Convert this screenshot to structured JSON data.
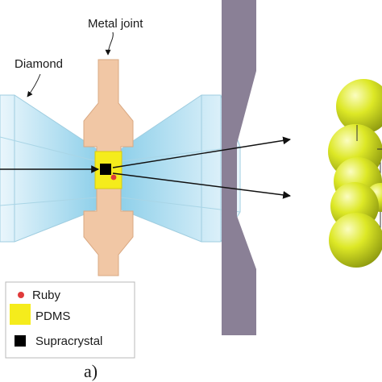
{
  "labels": {
    "metal_joint": "Metal joint",
    "diamond": "Diamond"
  },
  "legend": {
    "items": [
      {
        "label": "Ruby",
        "color": "#e03a3a",
        "marker": "dot"
      },
      {
        "label": "PDMS",
        "color": "#f5ec1c",
        "marker": "square"
      },
      {
        "label": "Supracrystal",
        "color": "#000000",
        "marker": "square"
      }
    ]
  },
  "caption": "a)",
  "colors": {
    "diamond": "#b6e1f2",
    "metal_joint": "#f1c7a5",
    "detector_plate": "#8a8096",
    "spheres": "#d9e61c",
    "pdms": "#f5ec1c",
    "ruby": "#e03a3a",
    "supracrystal": "#000000"
  }
}
